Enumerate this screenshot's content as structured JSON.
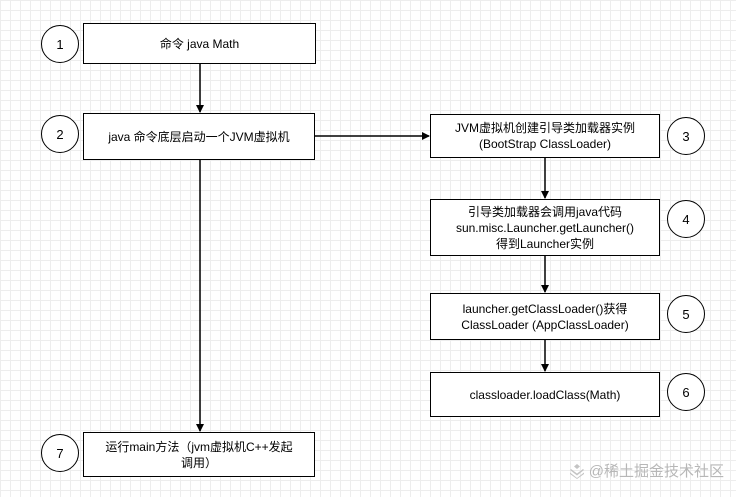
{
  "diagram": {
    "steps": [
      {
        "number": "1",
        "text": "命令 java Math"
      },
      {
        "number": "2",
        "text": "java 命令底层启动一个JVM虚拟机"
      },
      {
        "number": "3",
        "text": "JVM虚拟机创建引导类加载器实例\n(BootStrap ClassLoader)"
      },
      {
        "number": "4",
        "text": "引导类加载器会调用java代码\nsun.misc.Launcher.getLauncher()\n得到Launcher实例"
      },
      {
        "number": "5",
        "text": "launcher.getClassLoader()获得\nClassLoader (AppClassLoader)"
      },
      {
        "number": "6",
        "text": "classloader.loadClass(Math)"
      },
      {
        "number": "7",
        "text": "运行main方法（jvm虚拟机C++发起\n调用）"
      }
    ]
  },
  "watermark": {
    "text": "@稀土掘金技术社区",
    "icon": "juejin-logo-icon"
  }
}
